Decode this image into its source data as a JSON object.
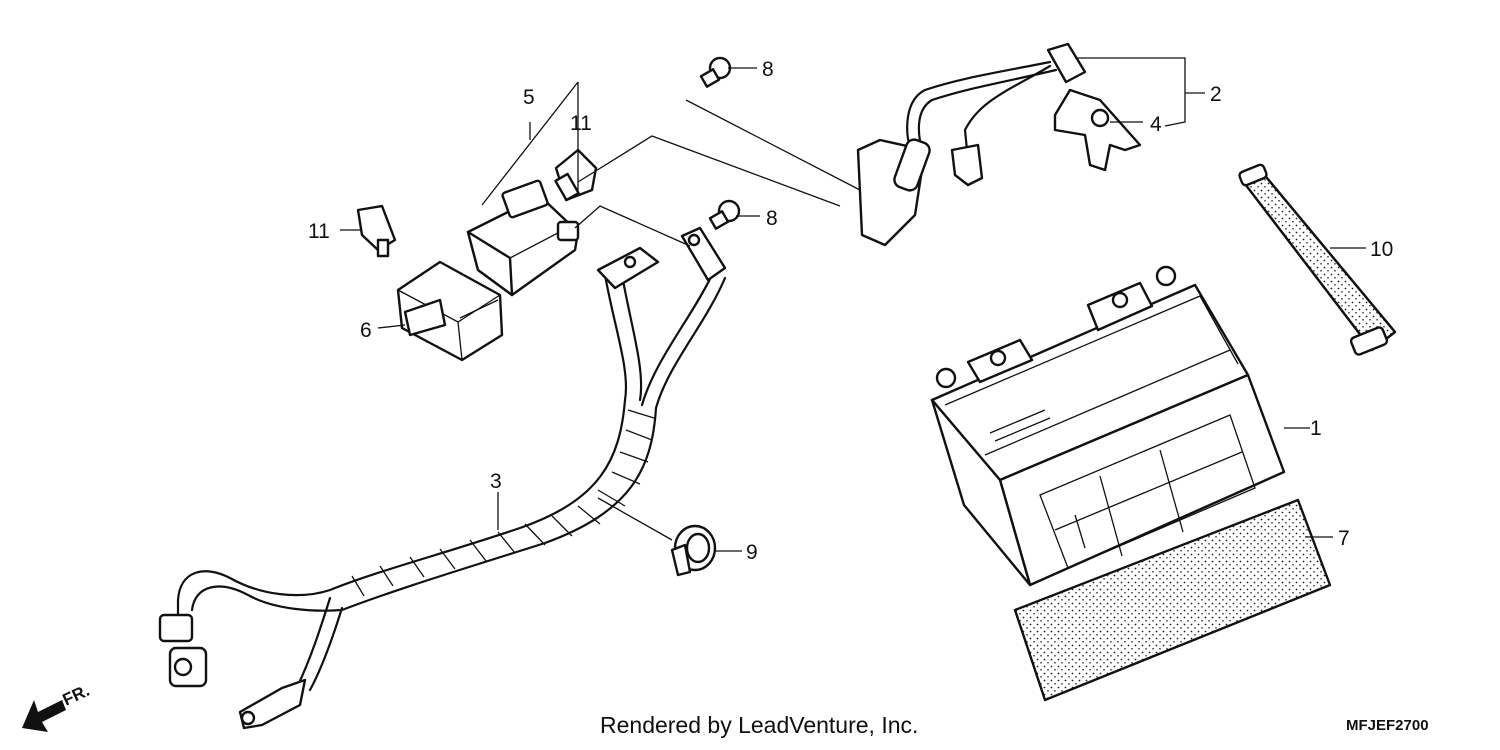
{
  "callouts": [
    {
      "id": "p1",
      "label": "1"
    },
    {
      "id": "p2",
      "label": "2"
    },
    {
      "id": "p3",
      "label": "3"
    },
    {
      "id": "p4",
      "label": "4"
    },
    {
      "id": "p5",
      "label": "5"
    },
    {
      "id": "p6",
      "label": "6"
    },
    {
      "id": "p7",
      "label": "7"
    },
    {
      "id": "p8a",
      "label": "8"
    },
    {
      "id": "p8b",
      "label": "8"
    },
    {
      "id": "p9",
      "label": "9"
    },
    {
      "id": "p10",
      "label": "10"
    },
    {
      "id": "p11a",
      "label": "11"
    },
    {
      "id": "p11b",
      "label": "11"
    }
  ],
  "footer": {
    "credit": "Rendered by LeadVenture, Inc.",
    "diagram_code": "MFJEF2700"
  },
  "direction_marker": {
    "label": "FR.",
    "icon": "front-direction-arrow-icon"
  }
}
